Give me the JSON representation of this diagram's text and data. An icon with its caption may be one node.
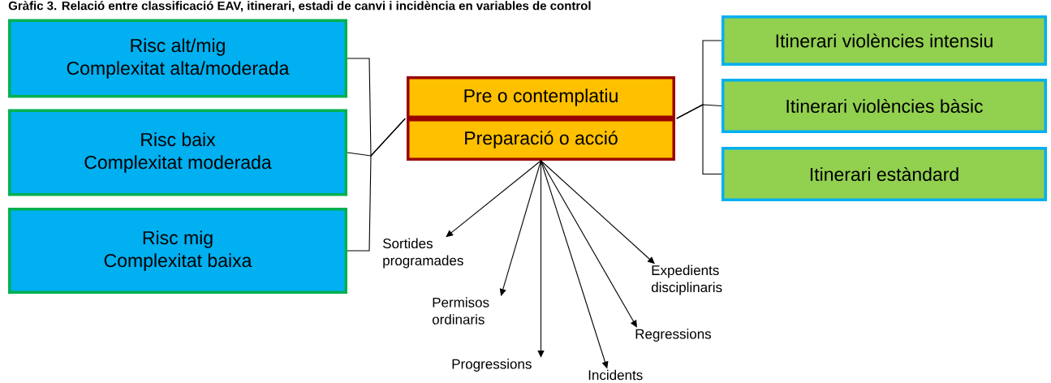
{
  "diagram": {
    "title": "Gràfic 3. Relació entre classificació EAV, itinerari, estadi de canvi i incidència en variables de control",
    "nodes": [
      {
        "text": [
          "Risc alt/mig",
          "Complexitat alta/moderada"
        ]
      },
      {
        "text": [
          "Risc baix",
          "Complexitat moderada"
        ]
      },
      {
        "text": [
          "Risc mig",
          "Complexitat baixa"
        ]
      },
      {
        "text": [
          "Pre o contemplatiu"
        ]
      },
      {
        "text": [
          "Preparació o acció"
        ]
      },
      {
        "text": [
          "Itinerari violències intensiu"
        ]
      },
      {
        "text": [
          "Itinerari violències bàsic"
        ]
      },
      {
        "text": [
          "Itinerari estàndard"
        ]
      },
      {
        "text": [
          "Sortides programades"
        ]
      },
      {
        "text": [
          "Permisos ordinaris"
        ]
      },
      {
        "text": [
          "Progressions"
        ]
      },
      {
        "text": [
          "Incidents"
        ]
      },
      {
        "text": [
          "Regressions"
        ]
      },
      {
        "text": [
          "Expedients disciplinaris"
        ]
      }
    ],
    "edges": [
      {
        "from": 0,
        "to": 3,
        "arrow": "none"
      },
      {
        "from": 1,
        "to": 3,
        "arrow": "none"
      },
      {
        "from": 2,
        "to": 3,
        "arrow": "none"
      },
      {
        "from": 3,
        "to": 5,
        "arrow": "none"
      },
      {
        "from": 3,
        "to": 6,
        "arrow": "none"
      },
      {
        "from": 3,
        "to": 7,
        "arrow": "none"
      },
      {
        "from": 4,
        "to": 8,
        "arrow": "to"
      },
      {
        "from": 4,
        "to": 9,
        "arrow": "to"
      },
      {
        "from": 4,
        "to": 10,
        "arrow": "to"
      },
      {
        "from": 4,
        "to": 11,
        "arrow": "to"
      },
      {
        "from": 4,
        "to": 12,
        "arrow": "to"
      },
      {
        "from": 4,
        "to": 13,
        "arrow": "to"
      }
    ]
  }
}
